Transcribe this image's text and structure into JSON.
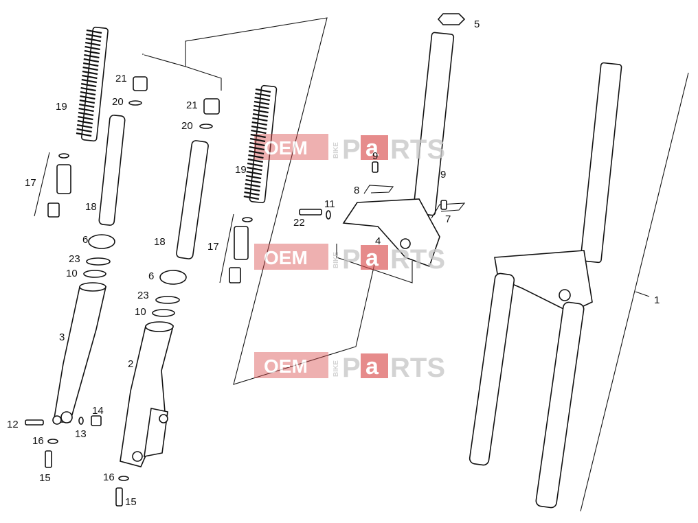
{
  "callouts": {
    "c1": "1",
    "c2": "2",
    "c3": "3",
    "c4": "4",
    "c5": "5",
    "c6a": "6",
    "c6b": "6",
    "c7": "7",
    "c8": "8",
    "c9a": "9",
    "c9b": "9",
    "c10a": "10",
    "c10b": "10",
    "c11": "11",
    "c12": "12",
    "c13": "13",
    "c14": "14",
    "c15a": "15",
    "c15b": "15",
    "c16a": "16",
    "c16b": "16",
    "c17a": "17",
    "c17b": "17",
    "c18a": "18",
    "c18b": "18",
    "c19a": "19",
    "c19b": "19",
    "c20a": "20",
    "c20b": "20",
    "c21a": "21",
    "c21b": "21",
    "c22": "22",
    "c23a": "23",
    "c23b": "23"
  },
  "watermark": {
    "brand_left": "OEM",
    "brand_vertical": "BIKE",
    "brand_right_p": "P",
    "brand_right_a": "a",
    "brand_right_rest": "RTS"
  },
  "colors": {
    "watermark_red": "#d94b4b",
    "watermark_gray": "#c9c9c9",
    "line": "#111111"
  }
}
